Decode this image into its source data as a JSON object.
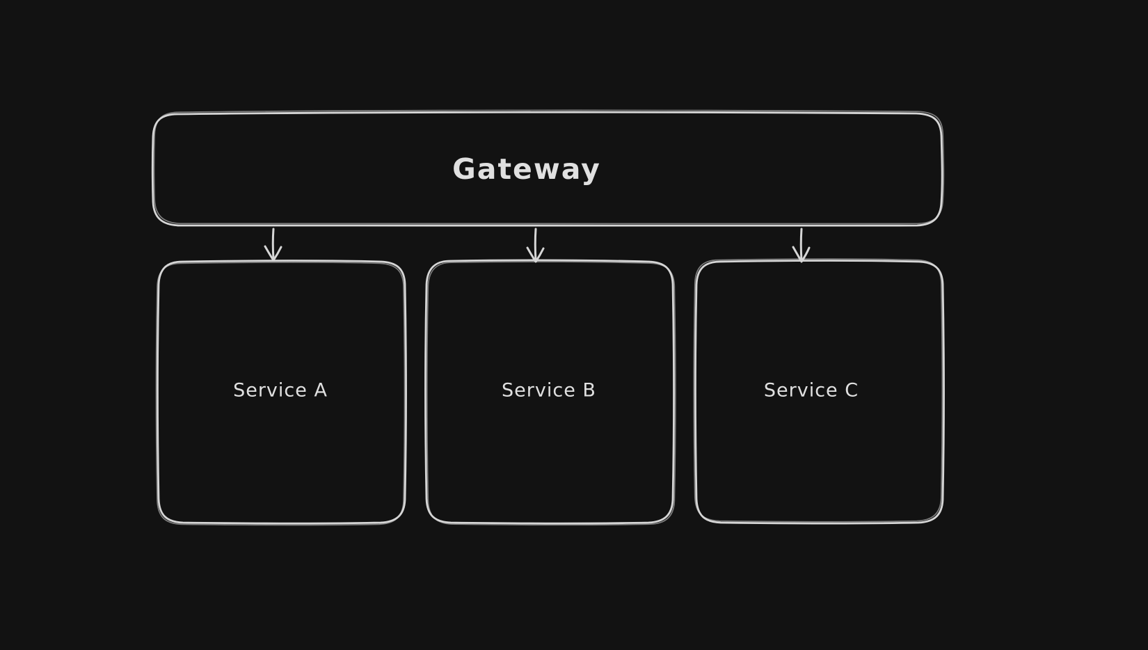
{
  "theme": {
    "canvas_background": "#121212",
    "stroke_color": "#d6d6d6",
    "label_color": "#e0e0e0"
  },
  "diagram": {
    "nodes": {
      "gateway": {
        "label": "Gateway"
      },
      "service_a": {
        "label": "Service A"
      },
      "service_b": {
        "label": "Service B"
      },
      "service_c": {
        "label": "Service C"
      }
    },
    "edges": [
      {
        "from": "Gateway",
        "to": "Service A"
      },
      {
        "from": "Gateway",
        "to": "Service B"
      },
      {
        "from": "Gateway",
        "to": "Service C"
      }
    ]
  }
}
